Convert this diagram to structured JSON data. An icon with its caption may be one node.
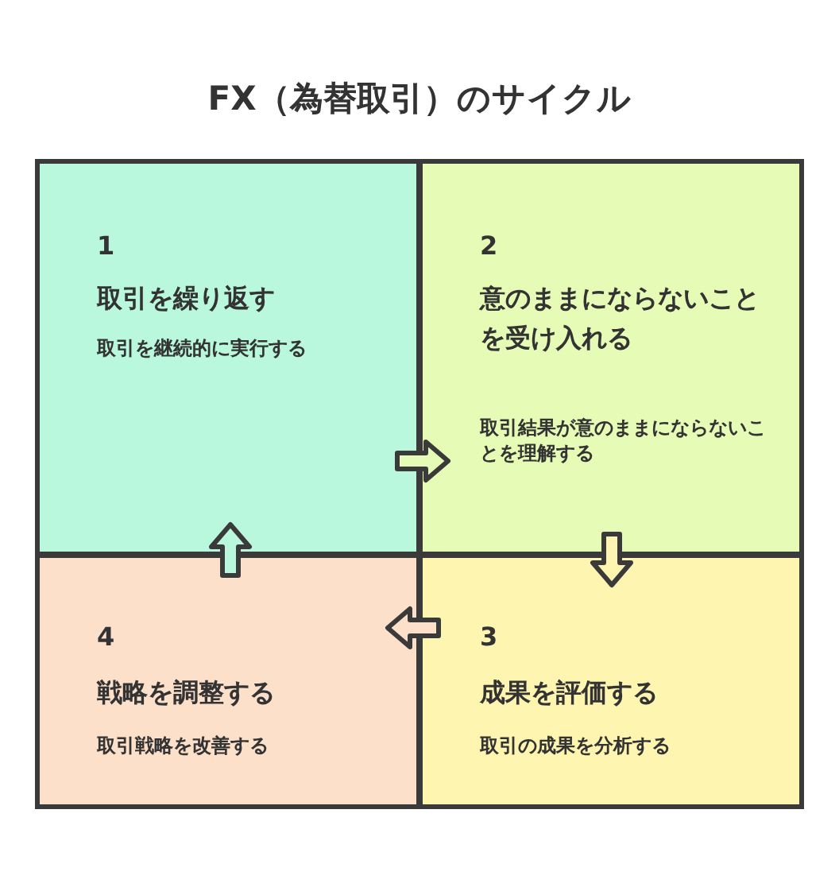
{
  "diagram": {
    "title": "FX（為替取引）のサイクル",
    "nodes": [
      {
        "text": [
          "1",
          "取引を繰り返す",
          "取引を継続的に実行する"
        ]
      },
      {
        "text": [
          "2",
          "意のままにならないことを受け入れる",
          "取引結果が意のままにならないことを理解する"
        ]
      },
      {
        "text": [
          "3",
          "成果を評価する",
          "取引の成果を分析する"
        ]
      },
      {
        "text": [
          "4",
          "戦略を調整する",
          "取引戦略を改善する"
        ]
      }
    ],
    "edges": [
      {
        "from": 0,
        "to": 1,
        "arrow": "to"
      },
      {
        "from": 1,
        "to": 2,
        "arrow": "to"
      },
      {
        "from": 2,
        "to": 3,
        "arrow": "to"
      },
      {
        "from": 3,
        "to": 0,
        "arrow": "to"
      }
    ]
  }
}
